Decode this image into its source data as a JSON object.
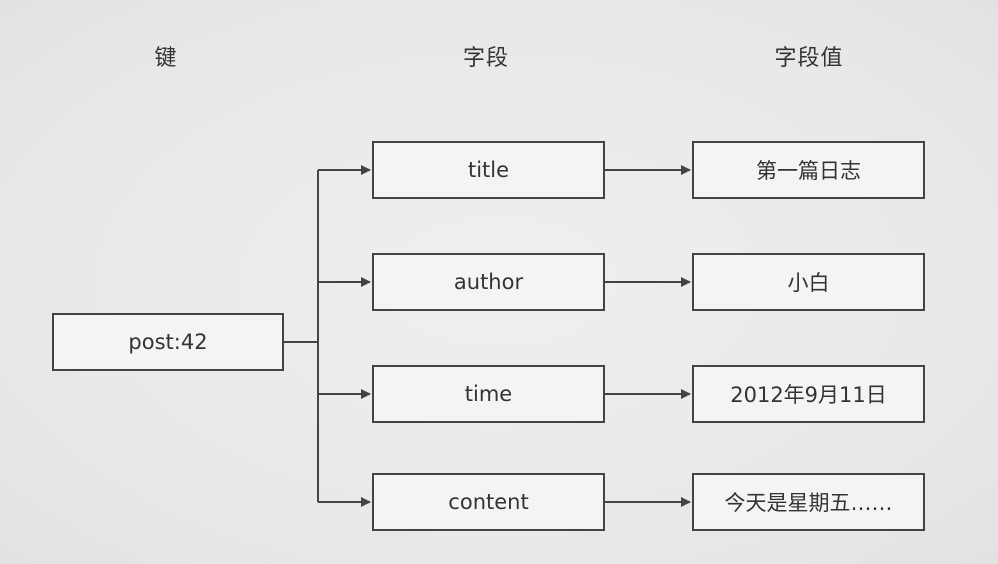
{
  "headers": {
    "key": "键",
    "field": "字段",
    "value": "字段值"
  },
  "key": "post:42",
  "fields": [
    {
      "name": "title",
      "value": "第一篇日志"
    },
    {
      "name": "author",
      "value": "小白"
    },
    {
      "name": "time",
      "value": "2012年9月11日"
    },
    {
      "name": "content",
      "value": "今天是星期五……"
    }
  ]
}
